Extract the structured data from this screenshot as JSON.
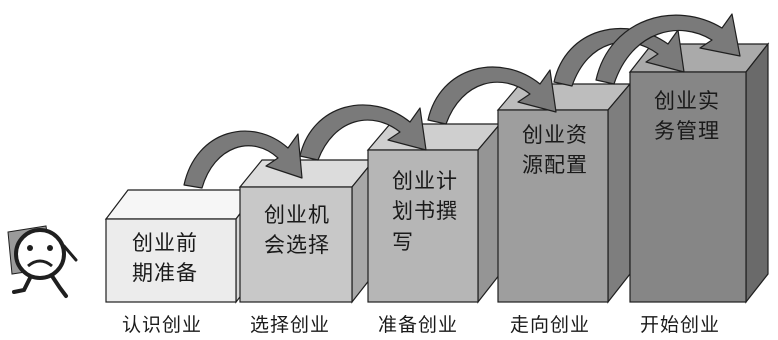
{
  "steps": [
    {
      "box_text": "创业前期准备",
      "stage_label": "认识创业"
    },
    {
      "box_text": "创业机会选择",
      "stage_label": "选择创业"
    },
    {
      "box_text": "创业计划书撰写",
      "stage_label": "准备创业"
    },
    {
      "box_text": "创业资源配置",
      "stage_label": "走向创业"
    },
    {
      "box_text": "创业实务管理",
      "stage_label": "开始创业"
    }
  ],
  "colors": {
    "box_fronts": [
      "#ececec",
      "#c8c8c8",
      "#b6b6b6",
      "#9e9e9e",
      "#868686"
    ],
    "arrow_fill": "#7a7a7a",
    "outline": "#1f1f1f"
  },
  "icons": {
    "mascot": "sad-face-mascot-icon"
  }
}
